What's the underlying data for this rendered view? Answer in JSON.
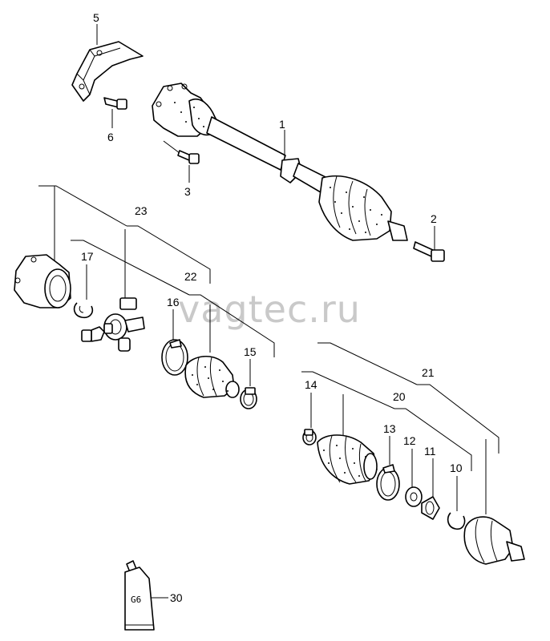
{
  "watermark": "vagtec.ru",
  "tube_label": "G6",
  "callouts": [
    {
      "id": "label-5",
      "text": "5"
    },
    {
      "id": "label-6",
      "text": "6"
    },
    {
      "id": "label-1",
      "text": "1"
    },
    {
      "id": "label-3",
      "text": "3"
    },
    {
      "id": "label-2",
      "text": "2"
    },
    {
      "id": "label-23",
      "text": "23"
    },
    {
      "id": "label-17",
      "text": "17"
    },
    {
      "id": "label-22",
      "text": "22"
    },
    {
      "id": "label-16",
      "text": "16"
    },
    {
      "id": "label-15",
      "text": "15"
    },
    {
      "id": "label-21",
      "text": "21"
    },
    {
      "id": "label-14",
      "text": "14"
    },
    {
      "id": "label-20",
      "text": "20"
    },
    {
      "id": "label-13",
      "text": "13"
    },
    {
      "id": "label-12",
      "text": "12"
    },
    {
      "id": "label-11",
      "text": "11"
    },
    {
      "id": "label-10",
      "text": "10"
    },
    {
      "id": "label-30",
      "text": "30"
    }
  ]
}
